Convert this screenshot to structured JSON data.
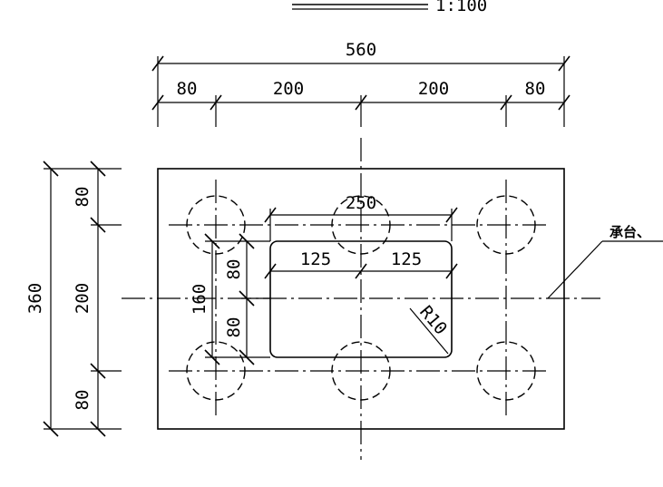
{
  "scale": "1:100",
  "dimensions": {
    "overall_width": "560",
    "left_edge": "80",
    "left_span": "200",
    "right_span": "200",
    "right_edge": "80",
    "overall_height": "360",
    "top_edge": "80",
    "middle_span": "200",
    "bottom_edge": "80",
    "opening_width": "250",
    "opening_half_left": "125",
    "opening_half_right": "125",
    "opening_height": "160",
    "opening_half_top": "80",
    "opening_half_bottom": "80",
    "corner_radius": "R10"
  },
  "leader_note": "承台、"
}
